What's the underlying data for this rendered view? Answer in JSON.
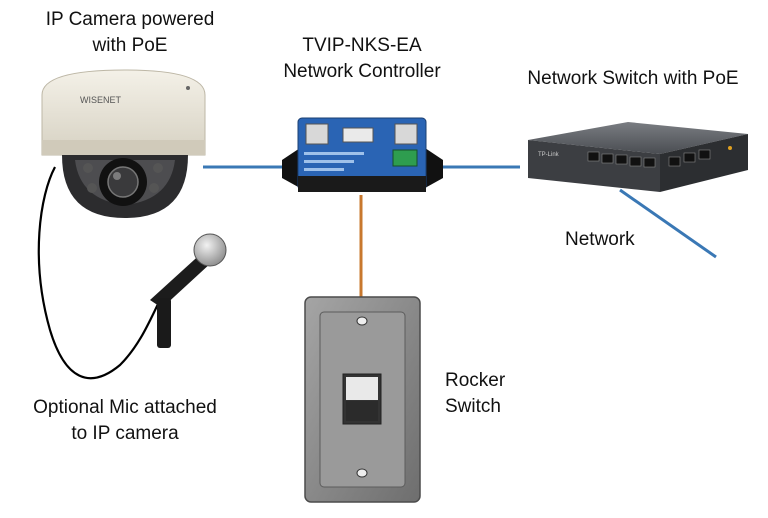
{
  "labels": {
    "camera": [
      "IP Camera powered",
      "with PoE"
    ],
    "controller": [
      "TVIP-NKS-EA",
      "Network Controller"
    ],
    "switch": "Network Switch with PoE",
    "network": "Network",
    "rocker": [
      "Rocker",
      "Switch"
    ],
    "mic": [
      "Optional Mic attached",
      "to IP camera"
    ]
  },
  "devices": {
    "camera_brand": "WISENET",
    "switch_brand": "TP-Link"
  },
  "colors": {
    "network_cable": "#3a78b5",
    "switch_cable": "#c8782e",
    "mic_cable": "#000000",
    "controller_body": "#2a64b4",
    "switch_body": "#5a5d62",
    "wall_plate": "#8c8c8c"
  }
}
